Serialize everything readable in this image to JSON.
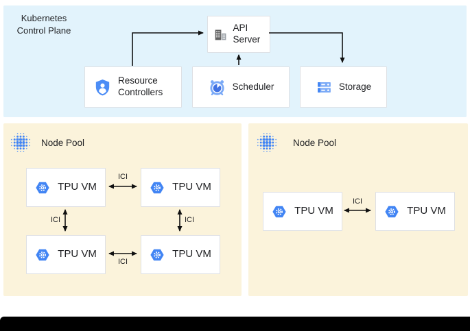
{
  "control_plane": {
    "title": "Kubernetes Control Plane",
    "nodes": {
      "api_server": {
        "label": "API Server",
        "icon": "building-icon"
      },
      "resource_controllers": {
        "label": "Resource Controllers",
        "icon": "shield-user-icon"
      },
      "scheduler": {
        "label": "Scheduler",
        "icon": "alarm-clock-icon"
      },
      "storage": {
        "label": "Storage",
        "icon": "storage-stack-icon"
      }
    }
  },
  "node_pools": [
    {
      "label": "Node Pool",
      "icon": "dot-cluster-icon",
      "vms": [
        "TPU VM",
        "TPU VM",
        "TPU VM",
        "TPU VM"
      ],
      "vm_icon": "tpu-hexagon-icon",
      "ici_labels": [
        "ICI",
        "ICI",
        "ICI",
        "ICI"
      ]
    },
    {
      "label": "Node Pool",
      "icon": "dot-cluster-icon",
      "vms": [
        "TPU VM",
        "TPU VM"
      ],
      "vm_icon": "tpu-hexagon-icon",
      "ici_labels": [
        "ICI"
      ]
    }
  ],
  "colors": {
    "control_plane_bg": "#E2F3FC",
    "node_pool_bg": "#FBF3DB",
    "box_border": "#DEE0E4",
    "google_blue": "#4285F4",
    "light_blue": "#7BAAF7",
    "icon_gray": "#616161",
    "arrow": "#111111",
    "bottom_bar": "#000000"
  }
}
